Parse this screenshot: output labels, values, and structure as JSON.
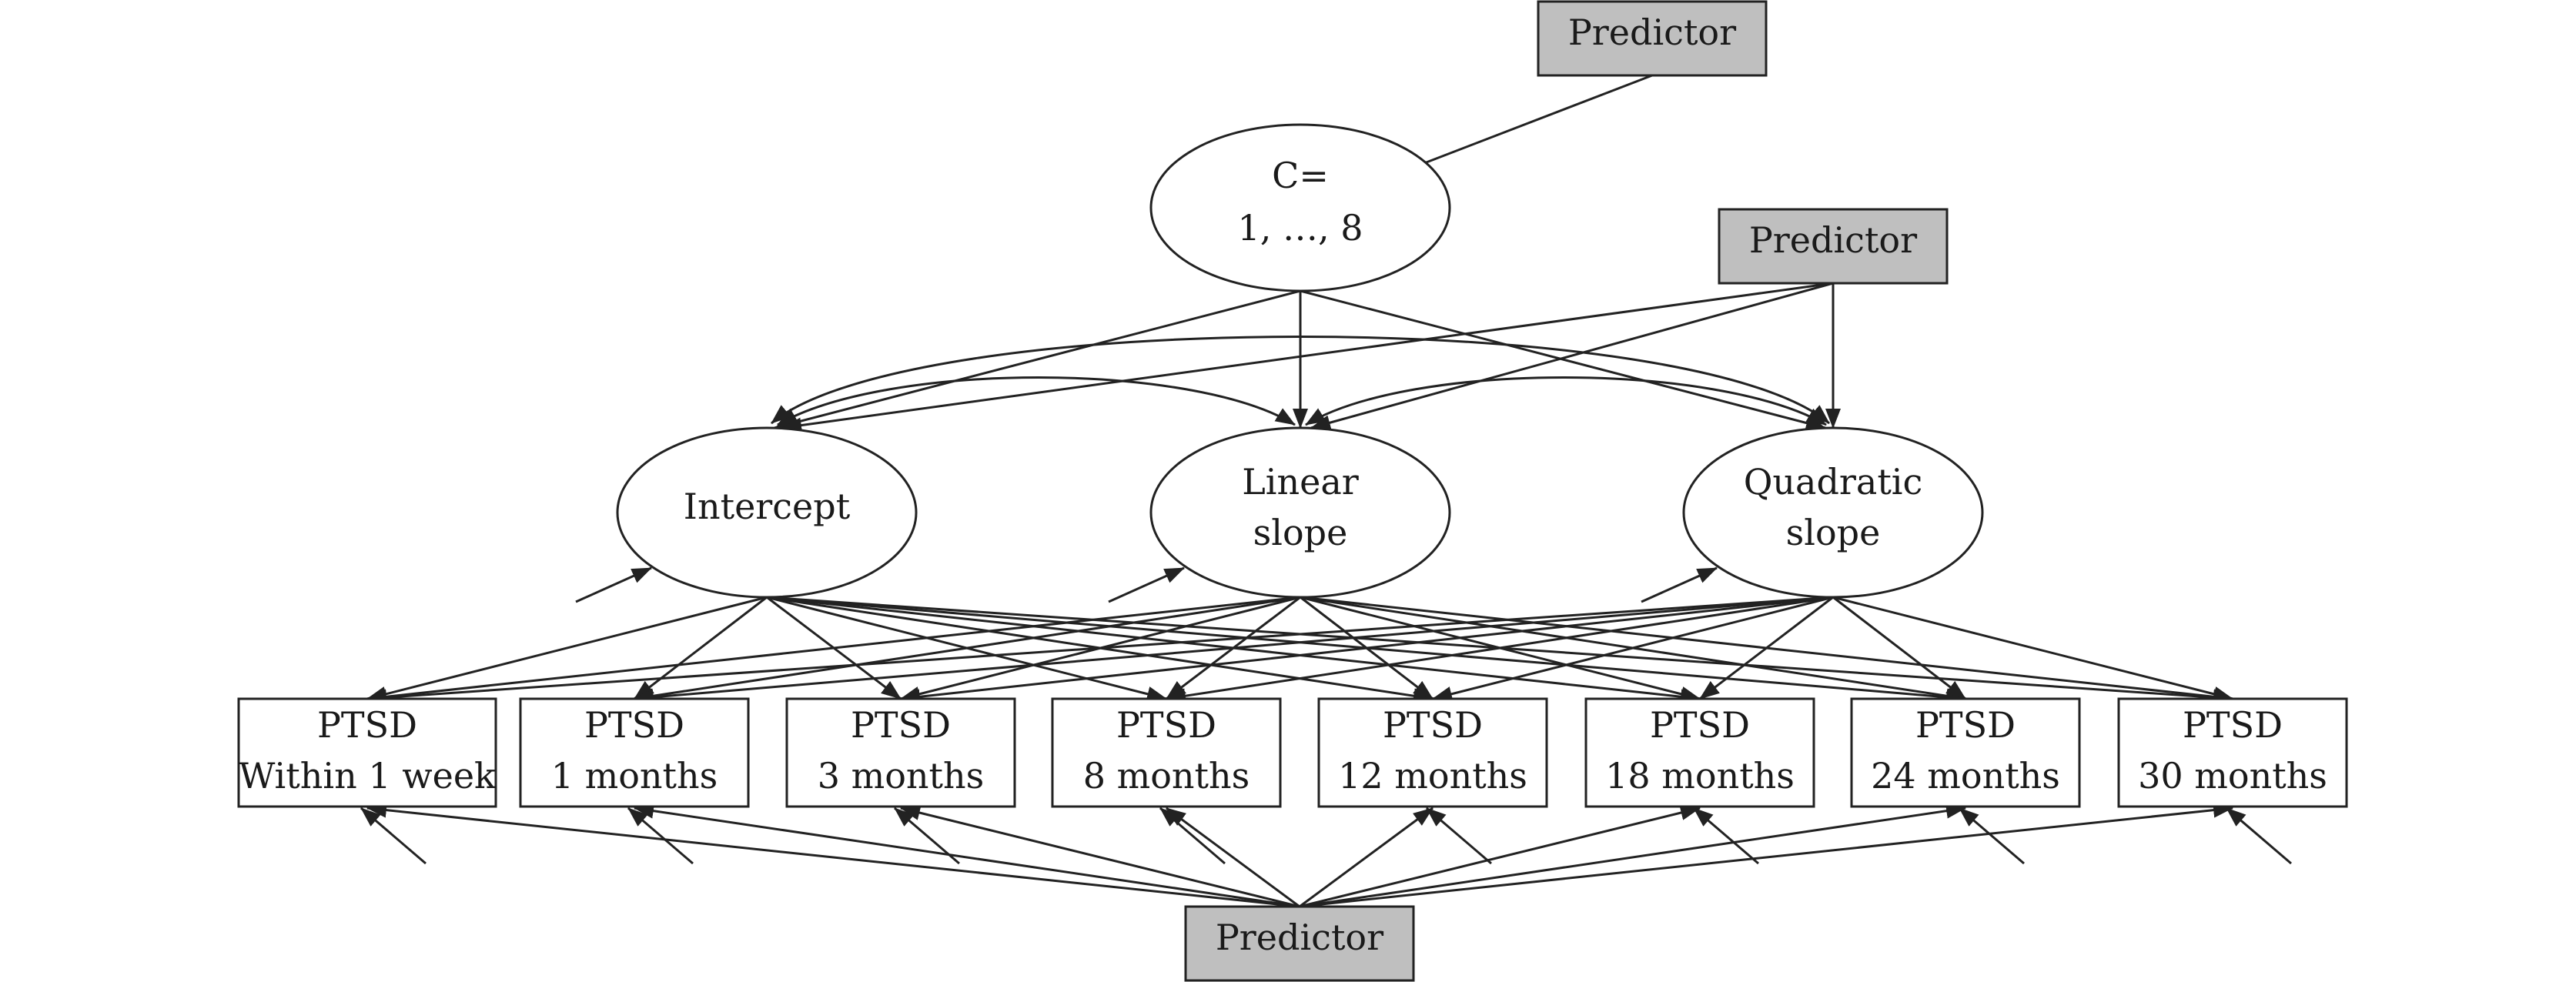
{
  "diagram": {
    "top_predictor": {
      "label": "Predictor"
    },
    "class_node": {
      "line1": "C=",
      "line2": "1, …, 8"
    },
    "growth_predictor": {
      "label": "Predictor"
    },
    "latent_factors": [
      {
        "line1": "Intercept",
        "line2": ""
      },
      {
        "line1": "Linear",
        "line2": "slope"
      },
      {
        "line1": "Quadratic",
        "line2": "slope"
      }
    ],
    "indicators": [
      {
        "line1": "PTSD",
        "line2": "Within 1 week"
      },
      {
        "line1": "PTSD",
        "line2": "1 months"
      },
      {
        "line1": "PTSD",
        "line2": "3 months"
      },
      {
        "line1": "PTSD",
        "line2": "8 months"
      },
      {
        "line1": "PTSD",
        "line2": "12 months"
      },
      {
        "line1": "PTSD",
        "line2": "18 months"
      },
      {
        "line1": "PTSD",
        "line2": "24 months"
      },
      {
        "line1": "PTSD",
        "line2": "30 months"
      }
    ],
    "bottom_predictor": {
      "label": "Predictor"
    }
  }
}
